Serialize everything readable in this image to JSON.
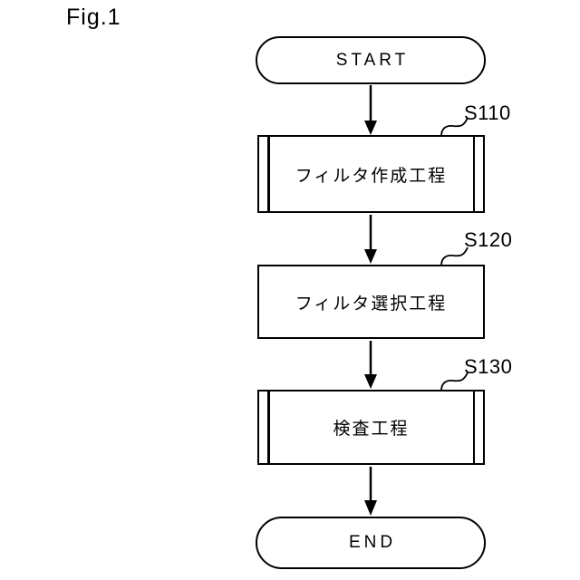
{
  "figure_label": "Fig.1",
  "flowchart": {
    "start_label": "START",
    "end_label": "END",
    "steps": [
      {
        "ref": "S110",
        "label": "フィルタ作成工程",
        "shape": "subroutine"
      },
      {
        "ref": "S120",
        "label": "フィルタ選択工程",
        "shape": "process"
      },
      {
        "ref": "S130",
        "label": "検査工程",
        "shape": "subroutine"
      }
    ],
    "colors": {
      "line": "#000000",
      "background": "#ffffff"
    }
  }
}
